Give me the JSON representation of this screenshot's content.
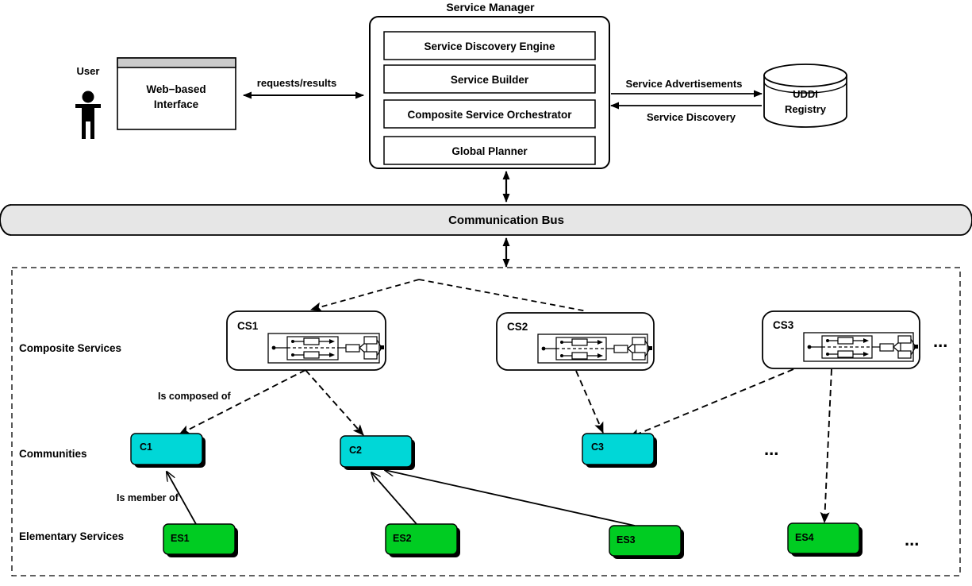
{
  "diagram": {
    "title_top": "Service Manager",
    "actor": {
      "label": "User"
    },
    "web_interface": {
      "line1": "Web−based",
      "line2": "Interface"
    },
    "service_manager": {
      "title": "Service Manager",
      "components": [
        "Service Discovery Engine",
        "Service Builder",
        "Composite Service Orchestrator",
        "Global Planner"
      ]
    },
    "registry": {
      "line1": "UDDI",
      "line2": "Registry"
    },
    "bus": {
      "label": "Communication Bus"
    },
    "edge_labels": {
      "requests_results": "requests/results",
      "service_advertisements": "Service Advertisements",
      "service_discovery": "Service Discovery",
      "is_composed_of": "Is composed of",
      "is_member_of": "Is member of"
    },
    "row_labels": {
      "composite": "Composite Services",
      "communities": "Communities",
      "elementary": "Elementary Services"
    },
    "composite_services": [
      {
        "id": "CS1"
      },
      {
        "id": "CS2"
      },
      {
        "id": "CS3"
      }
    ],
    "communities": [
      {
        "id": "C1"
      },
      {
        "id": "C2"
      },
      {
        "id": "C3"
      }
    ],
    "elementary_services": [
      {
        "id": "ES1"
      },
      {
        "id": "ES2"
      },
      {
        "id": "ES3"
      },
      {
        "id": "ES4"
      }
    ],
    "ellipsis": "...",
    "colors": {
      "community_fill": "#00d7d7",
      "elementary_fill": "#00cc22",
      "bus_fill": "#e6e6e6",
      "titlebar_fill": "#cccccc",
      "line": "#000000",
      "background": "#ffffff"
    }
  }
}
